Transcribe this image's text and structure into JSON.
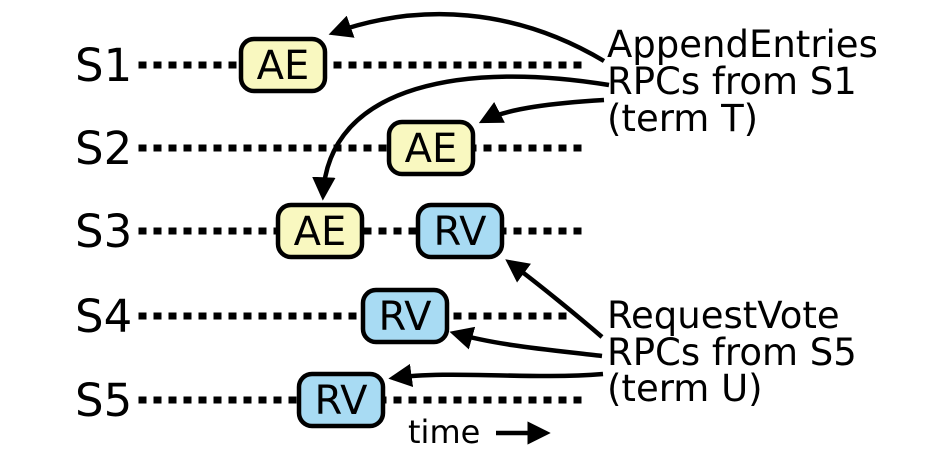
{
  "colors": {
    "append_entries_fill": "#f9f8c0",
    "request_vote_fill": "#a8dbf3",
    "stroke": "#000000",
    "background": "#ffffff"
  },
  "servers": [
    "S1",
    "S2",
    "S3",
    "S4",
    "S5"
  ],
  "boxes": [
    {
      "server": "S1",
      "label": "AE",
      "type": "append_entries"
    },
    {
      "server": "S2",
      "label": "AE",
      "type": "append_entries"
    },
    {
      "server": "S3",
      "label": "AE",
      "type": "append_entries"
    },
    {
      "server": "S3",
      "label": "RV",
      "type": "request_vote"
    },
    {
      "server": "S4",
      "label": "RV",
      "type": "request_vote"
    },
    {
      "server": "S5",
      "label": "RV",
      "type": "request_vote"
    }
  ],
  "annotations": {
    "append_entries": {
      "lines": [
        "AppendEntries",
        "RPCs from S1",
        "(term T)"
      ]
    },
    "request_vote": {
      "lines": [
        "RequestVote",
        "RPCs from S5",
        "(term U)"
      ]
    }
  },
  "axis": {
    "time_label": "time"
  }
}
